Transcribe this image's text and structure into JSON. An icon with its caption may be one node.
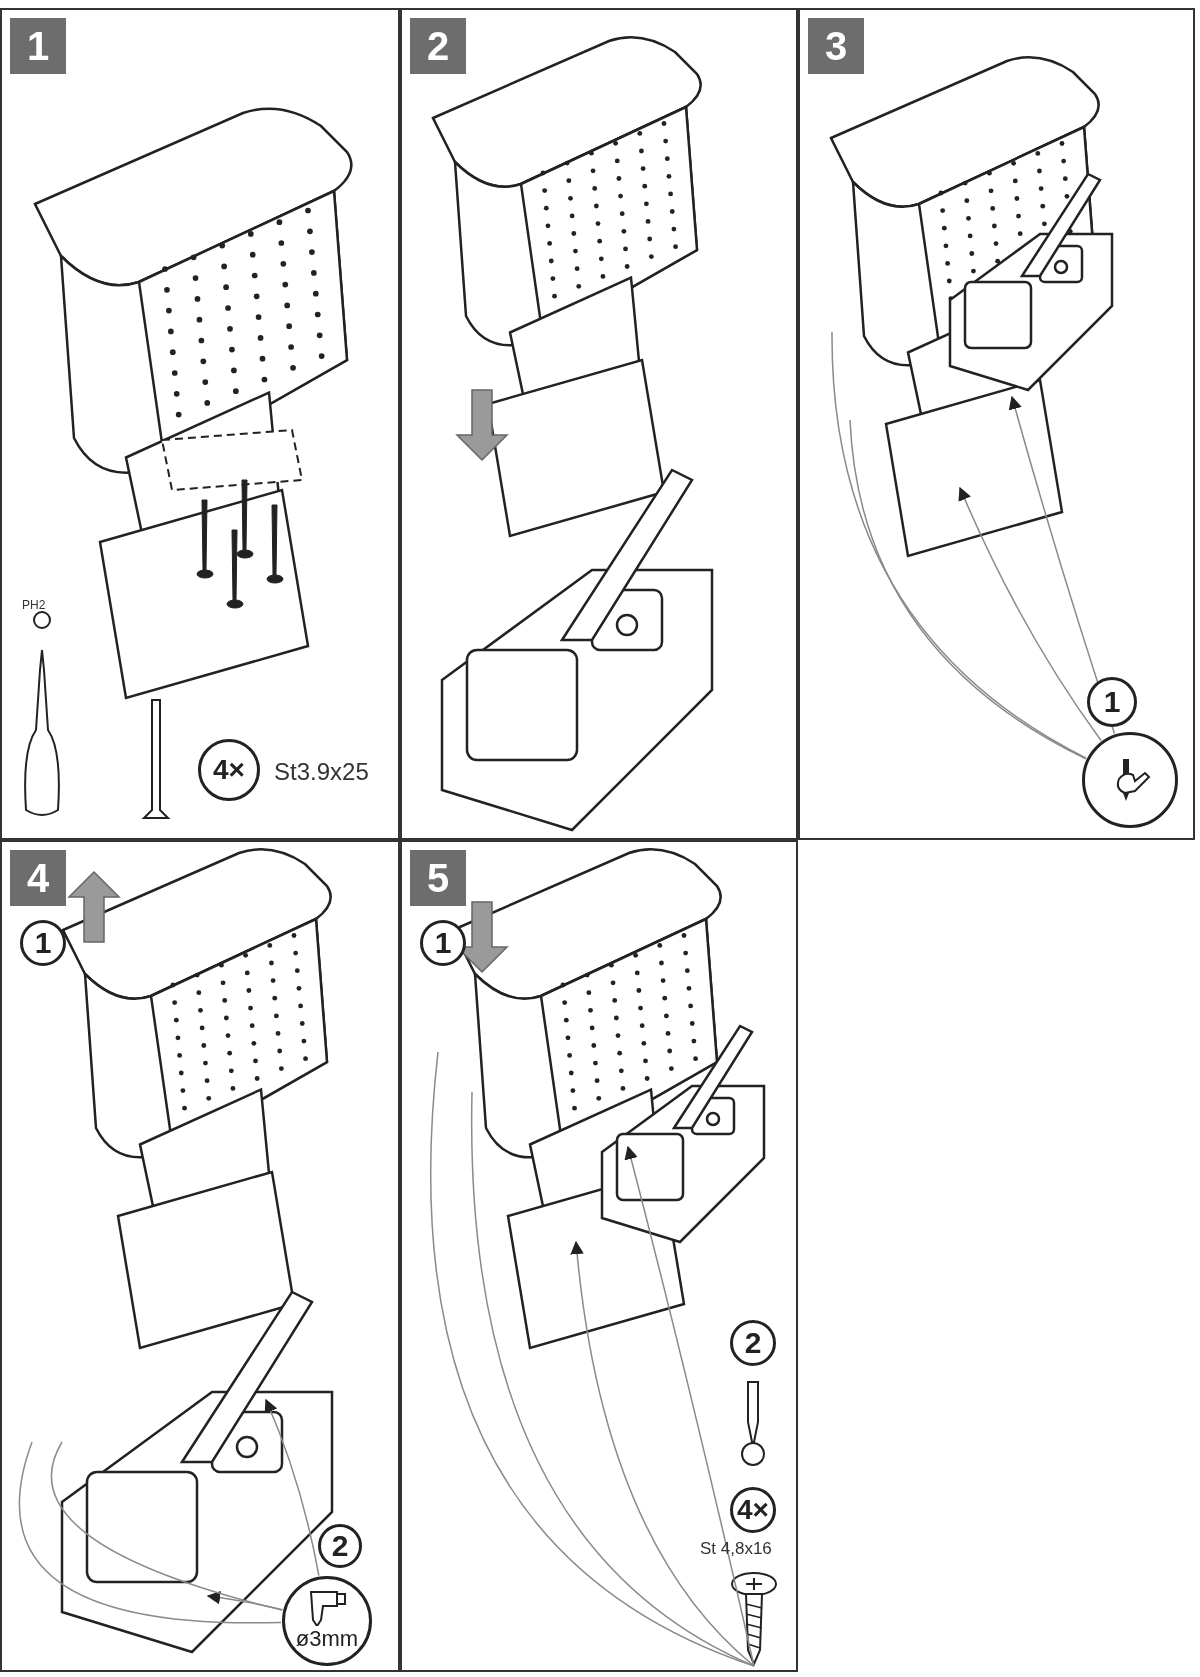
{
  "diagram": {
    "nodes": [
      {
        "text": [
          "1"
        ]
      },
      {
        "text": [
          "4×"
        ],
        "in": 0
      },
      {
        "text": [
          "2"
        ]
      },
      {
        "text": [
          "3"
        ]
      },
      {
        "text": [
          "1"
        ],
        "in": 3
      },
      {
        "text": [],
        "shape": "circle",
        "in": 3
      },
      {
        "text": [
          "4"
        ]
      },
      {
        "text": [
          "1"
        ],
        "in": 6
      },
      {
        "text": [
          "2"
        ],
        "in": 6
      },
      {
        "text": [
          "ø3mm"
        ],
        "in": 6
      },
      {
        "text": [
          "5"
        ]
      },
      {
        "text": [
          "1"
        ],
        "in": 10
      },
      {
        "text": [
          "2"
        ],
        "in": 10
      },
      {
        "text": [
          "4×"
        ],
        "in": 10
      },
      {
        "text": [],
        "shape": "picture",
        "in": 10
      }
    ],
    "edges": [
      {
        "from": 5,
        "to": null,
        "arrow": "to"
      },
      {
        "from": 5,
        "to": null,
        "arrow": "to"
      },
      {
        "from": 5,
        "to": null,
        "arrow": "none"
      },
      {
        "from": 5,
        "to": null,
        "arrow": "none"
      },
      {
        "from": 9,
        "to": null,
        "arrow": "to"
      },
      {
        "from": 9,
        "to": null,
        "arrow": "to"
      },
      {
        "from": 9,
        "to": null,
        "arrow": "none"
      },
      {
        "from": 9,
        "to": null,
        "arrow": "none"
      },
      {
        "from": 14,
        "to": null,
        "arrow": "to"
      },
      {
        "from": 14,
        "to": null,
        "arrow": "to"
      },
      {
        "from": 14,
        "to": null,
        "arrow": "none"
      },
      {
        "from": 14,
        "to": null,
        "arrow": "none"
      }
    ],
    "labels": [
      "PH2",
      "St3.9x25",
      "St 4,8x16"
    ]
  }
}
